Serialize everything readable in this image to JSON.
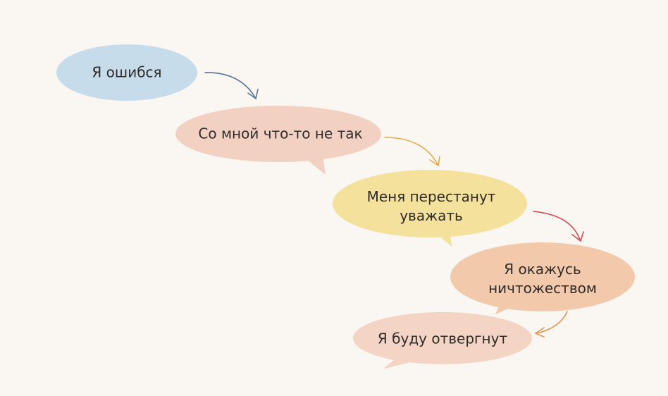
{
  "bubbles": [
    {
      "text": "Я ошибся",
      "color": "#c6dcea"
    },
    {
      "text": "Со мной что-то не так",
      "color": "#f2d1c2"
    },
    {
      "text": "Меня перестанут\nуважать",
      "line1": "Меня перестанут",
      "line2": "уважать",
      "color": "#f3e19c"
    },
    {
      "text": "Я окажусь\nничтожеством",
      "line1": "Я окажусь",
      "line2": "ничтожеством",
      "color": "#f3c9ab"
    },
    {
      "text": "Я буду отвергнут",
      "color": "#f3d4c5"
    }
  ],
  "arrows": [
    {
      "from": 1,
      "to": 2,
      "color": "#5a7391"
    },
    {
      "from": 2,
      "to": 3,
      "color": "#e3aa4a"
    },
    {
      "from": 3,
      "to": 4,
      "color": "#d34b57"
    },
    {
      "from": 4,
      "to": 5,
      "color": "#e39753"
    }
  ]
}
